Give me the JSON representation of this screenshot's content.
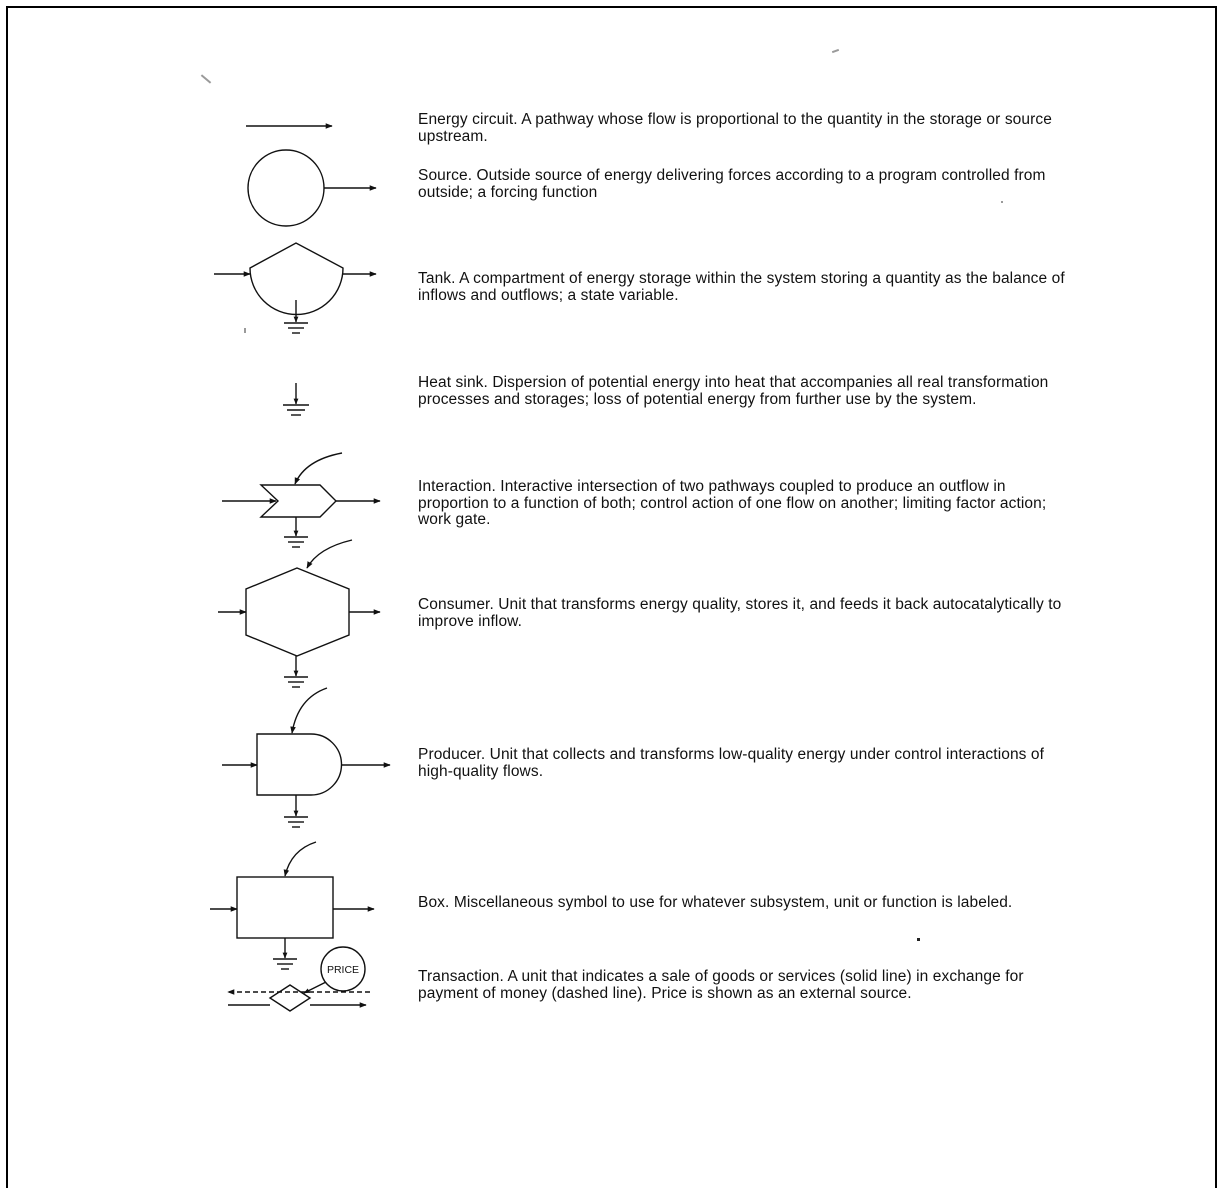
{
  "legend": {
    "energy_circuit": "Energy circuit. A pathway whose flow is proportional to the quantity in the storage or source upstream.",
    "source": "Source. Outside source of energy delivering forces according to a program controlled from outside; a forcing function",
    "tank": "Tank. A compartment of energy storage within the system storing a quantity as the balance of inflows and outflows; a state variable.",
    "heat_sink": "Heat sink. Dispersion of potential energy into heat that accompanies all real transformation processes and storages; loss of potential energy from further use by the system.",
    "interaction": "Interaction. Interactive intersection of two pathways coupled to produce an outflow in proportion to a function of both; control action of one flow on another; limiting factor action; work gate.",
    "consumer": "Consumer. Unit that transforms energy quality, stores it, and feeds it back autocatalytically to improve inflow.",
    "producer": "Producer. Unit that collects and transforms low-quality energy under control interactions of high-quality flows.",
    "box": "Box. Miscellaneous symbol to use for whatever subsystem, unit or function is labeled.",
    "transaction": "Transaction. A unit that indicates a sale of goods or services (solid line) in exchange for payment of money (dashed line). Price is shown as an external source."
  },
  "transaction_symbol": {
    "price_label": "PRICE"
  }
}
